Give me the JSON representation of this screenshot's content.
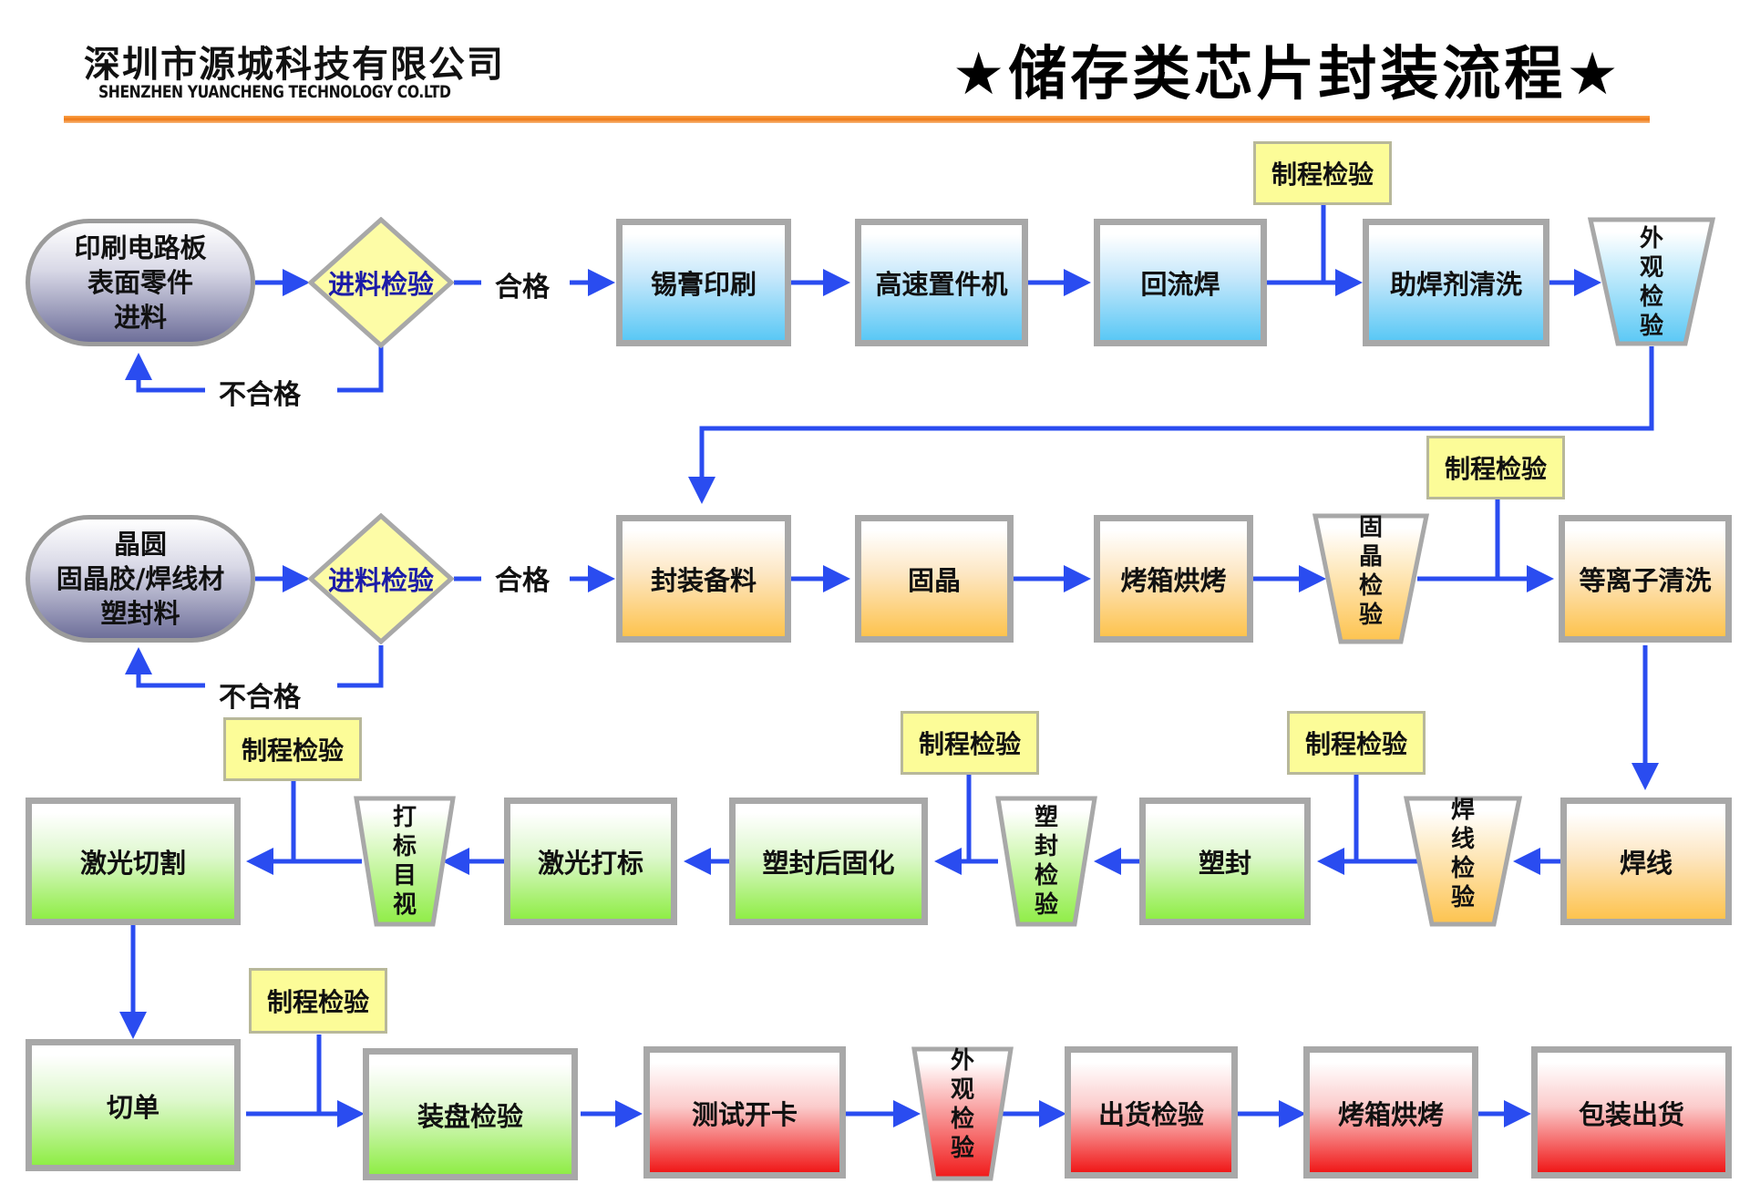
{
  "header": {
    "company_cn": "深圳市源城科技有限公司",
    "company_en": "SHENZHEN YUANCHENG TECHNOLOGY CO.LTD",
    "title": "★储存类芯片封装流程★"
  },
  "colors": {
    "arrow": "#2a4cf0",
    "blue_stage": "#5ac8f5",
    "orange_stage": "#fdc34e",
    "green_stage": "#8fed46",
    "red_stage": "#f01818",
    "note_fill": "#fcfc98",
    "title_rule": "#f07a16"
  },
  "row1": {
    "input": "印刷电路板\n表面零件\n进料",
    "decision": "进料检验",
    "pass": "合格",
    "fail": "不合格",
    "steps": [
      "锡膏印刷",
      "高速置件机",
      "回流焊",
      "助焊剂清洗"
    ],
    "inspection": [
      "外",
      "观",
      "检",
      "验"
    ],
    "note": "制程检验"
  },
  "row2": {
    "input": "晶圆\n固晶胶/焊线材\n塑封料",
    "decision": "进料检验",
    "pass": "合格",
    "fail": "不合格",
    "steps": [
      "封装备料",
      "固晶",
      "烤箱烘烤",
      "等离子清洗"
    ],
    "inspection": [
      "固",
      "晶",
      "检",
      "验"
    ],
    "note": "制程检验"
  },
  "row3": {
    "steps": [
      "焊线",
      "塑封",
      "塑封后固化",
      "激光打标",
      "激光切割"
    ],
    "inspection_wire": [
      "焊",
      "线",
      "检",
      "验"
    ],
    "inspection_mold": [
      "塑",
      "封",
      "检",
      "验"
    ],
    "inspection_mark": [
      "打",
      "标",
      "目",
      "视"
    ],
    "notes": [
      "制程检验",
      "制程检验",
      "制程检验"
    ]
  },
  "row4": {
    "steps": [
      "切单",
      "装盘检验",
      "测试开卡",
      "出货检验",
      "烤箱烘烤",
      "包装出货"
    ],
    "inspection": [
      "外",
      "观",
      "检",
      "验"
    ],
    "note": "制程检验"
  }
}
